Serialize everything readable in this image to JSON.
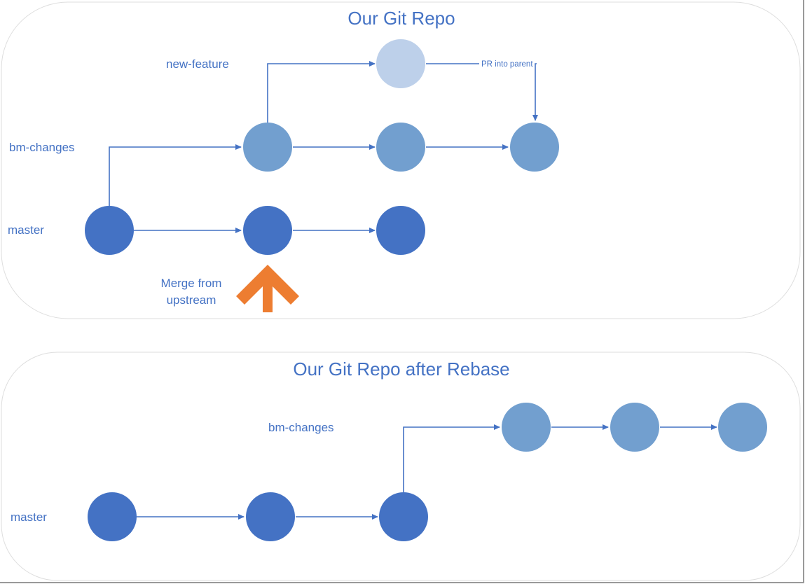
{
  "colors": {
    "master": "#4472c4",
    "bm_changes": "#729fcf",
    "new_feature": "#bdd0ea",
    "arrow_line": "#4472c4",
    "upstream_arrow": "#ed7d31",
    "text": "#4472c4"
  },
  "top_panel": {
    "title": "Our Git Repo",
    "labels": {
      "new_feature": "new-feature",
      "bm_changes": "bm-changes",
      "master": "master",
      "pr_into_parent": "PR into parent",
      "merge_line1": "Merge from",
      "merge_line2": "upstream"
    },
    "commits": {
      "master": 3,
      "bm_changes": 3,
      "new_feature": 1
    },
    "upstream_icon": "up-arrow-icon"
  },
  "bottom_panel": {
    "title": "Our Git Repo after Rebase",
    "labels": {
      "bm_changes": "bm-changes",
      "master": "master"
    },
    "commits": {
      "master": 3,
      "bm_changes": 3
    }
  }
}
